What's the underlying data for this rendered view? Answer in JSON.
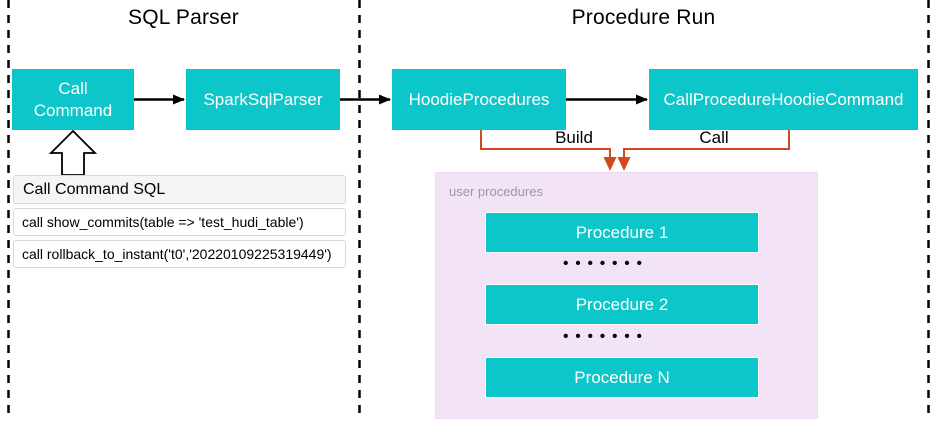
{
  "sections": {
    "left_title": "SQL Parser",
    "right_title": "Procedure Run"
  },
  "nodes": {
    "call_command": "Call\nCommand",
    "spark_sql_parser": "SparkSqlParser",
    "hoodie_procedures": "HoodieProcedures",
    "call_procedure_hoodie_command": "CallProcedureHoodieCommand"
  },
  "sql_table": {
    "header": "Call Command SQL",
    "rows": [
      "call show_commits(table => 'test_hudi_table')",
      "call rollback_to_instant('t0','20220109225319449')"
    ]
  },
  "edge_labels": {
    "build": "Build",
    "call": "Call"
  },
  "user_procedures": {
    "label": "user procedures",
    "items": [
      "Procedure 1",
      "Procedure 2",
      "Procedure N"
    ],
    "dots": "•••••••"
  },
  "colors": {
    "node_fill": "#0dc6c9",
    "node_text": "#ffffff",
    "connector_orange": "#d2491e",
    "container_fill": "#f2e3f7",
    "table_header_bg": "#f5f5f5",
    "table_border": "#d9d9d9",
    "container_label_text": "#999999",
    "dashed_line": "#000000"
  }
}
